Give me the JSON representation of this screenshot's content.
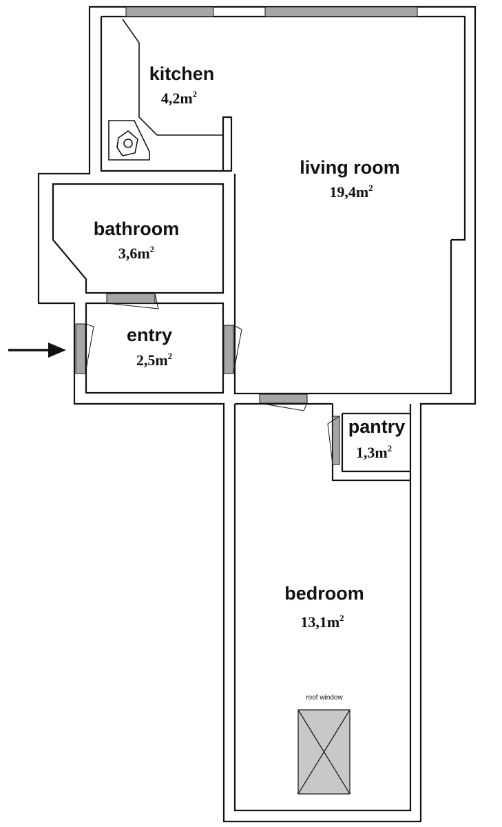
{
  "rooms": {
    "kitchen": {
      "name": "kitchen",
      "area": "4,2m",
      "unit_exp": "2"
    },
    "living_room": {
      "name": "living room",
      "area": "19,4m",
      "unit_exp": "2"
    },
    "bathroom": {
      "name": "bathroom",
      "area": "3,6m",
      "unit_exp": "2"
    },
    "entry": {
      "name": "entry",
      "area": "2,5m",
      "unit_exp": "2"
    },
    "pantry": {
      "name": "pantry",
      "area": "1,3m",
      "unit_exp": "2"
    },
    "bedroom": {
      "name": "bedroom",
      "area": "13,1m",
      "unit_exp": "2"
    }
  },
  "roof_window": {
    "label": "roof window"
  },
  "colors": {
    "wall": "#111111",
    "door": "#a6a6a6",
    "window": "#a6a6a6",
    "roof_window_fill": "#c8c8c8"
  },
  "icons": {
    "entrance": "entrance-arrow-icon",
    "sink": "sink-icon"
  }
}
